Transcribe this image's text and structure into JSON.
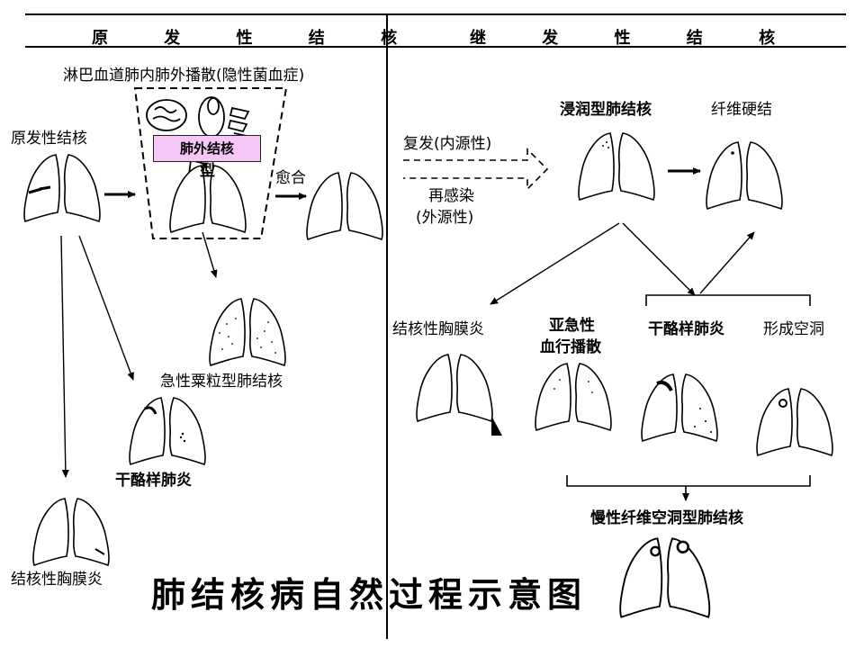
{
  "header": {
    "left": "原 发 性 结 核",
    "right": "继 发 性 结 核"
  },
  "labels": {
    "spread": "淋巴血道肺内肺外播散(隐性菌血症)",
    "primary": "原发性结核",
    "extrapulmonary": "肺外结核",
    "type_fragment": "型",
    "healed": "愈合",
    "miliary": "急性粟粒型肺结核",
    "caseous_left": "干酪样肺炎",
    "pleurisy_left": "结核性胸膜炎",
    "infiltrative": "浸润型肺结核",
    "fibrosis": "纤维硬结",
    "relapse": "复发(内源性)",
    "reinfection_1": "再感染",
    "reinfection_2": "(外源性)",
    "pleurisy_right": "结核性胸膜炎",
    "subacute_1": "亚急性",
    "subacute_2": "血行播散",
    "caseous_right": "干酪样肺炎",
    "cavity": "形成空洞",
    "chronic": "慢性纤维空洞型肺结核"
  },
  "title": "肺结核病自然过程示意图"
}
